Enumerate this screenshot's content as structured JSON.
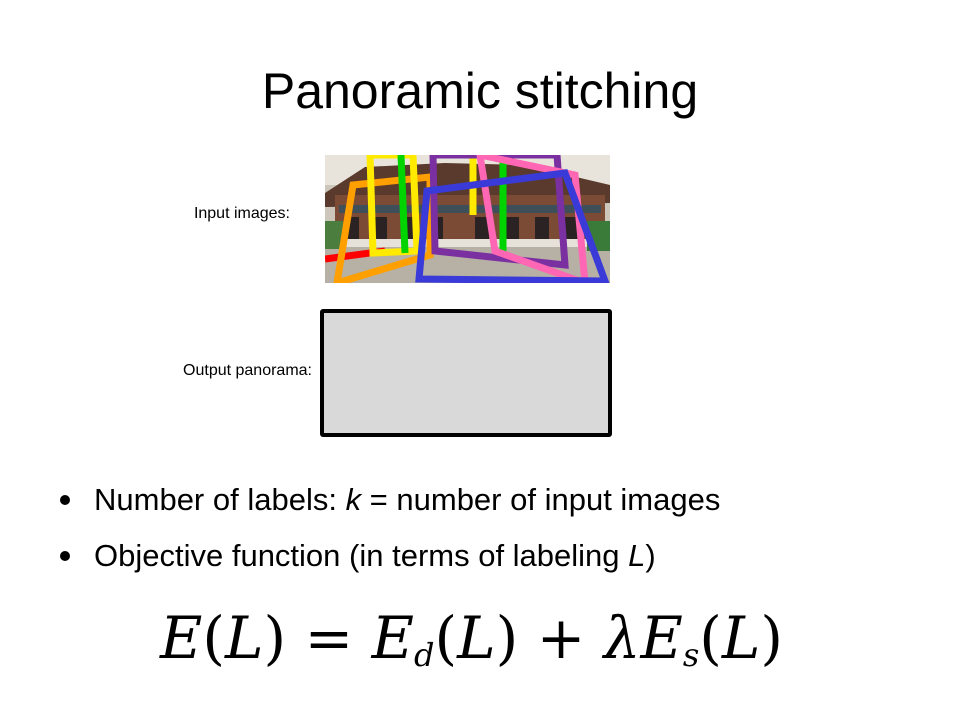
{
  "slide": {
    "title": "Panoramic stitching",
    "input_label": "Input images:",
    "output_label": "Output panorama:"
  },
  "bullets": [
    {
      "prefix": "Number of labels: ",
      "em": "k",
      "suffix": " = number of input images"
    },
    {
      "prefix": "Objective function (in terms of labeling ",
      "em": "L",
      "suffix": ")"
    }
  ],
  "equation": {
    "E": "E",
    "L": "L",
    "d": "d",
    "s": "s",
    "lambda": "λ",
    "lparen": "(",
    "rparen": ")",
    "eq": "=",
    "plus": "+"
  },
  "colors": {
    "output_fill": "#d9d9d9",
    "frame_colors": [
      "#ff0000",
      "#ff9f00",
      "#ffea00",
      "#00d400",
      "#7a30a0",
      "#ff66b3",
      "#3a3ad8"
    ]
  }
}
